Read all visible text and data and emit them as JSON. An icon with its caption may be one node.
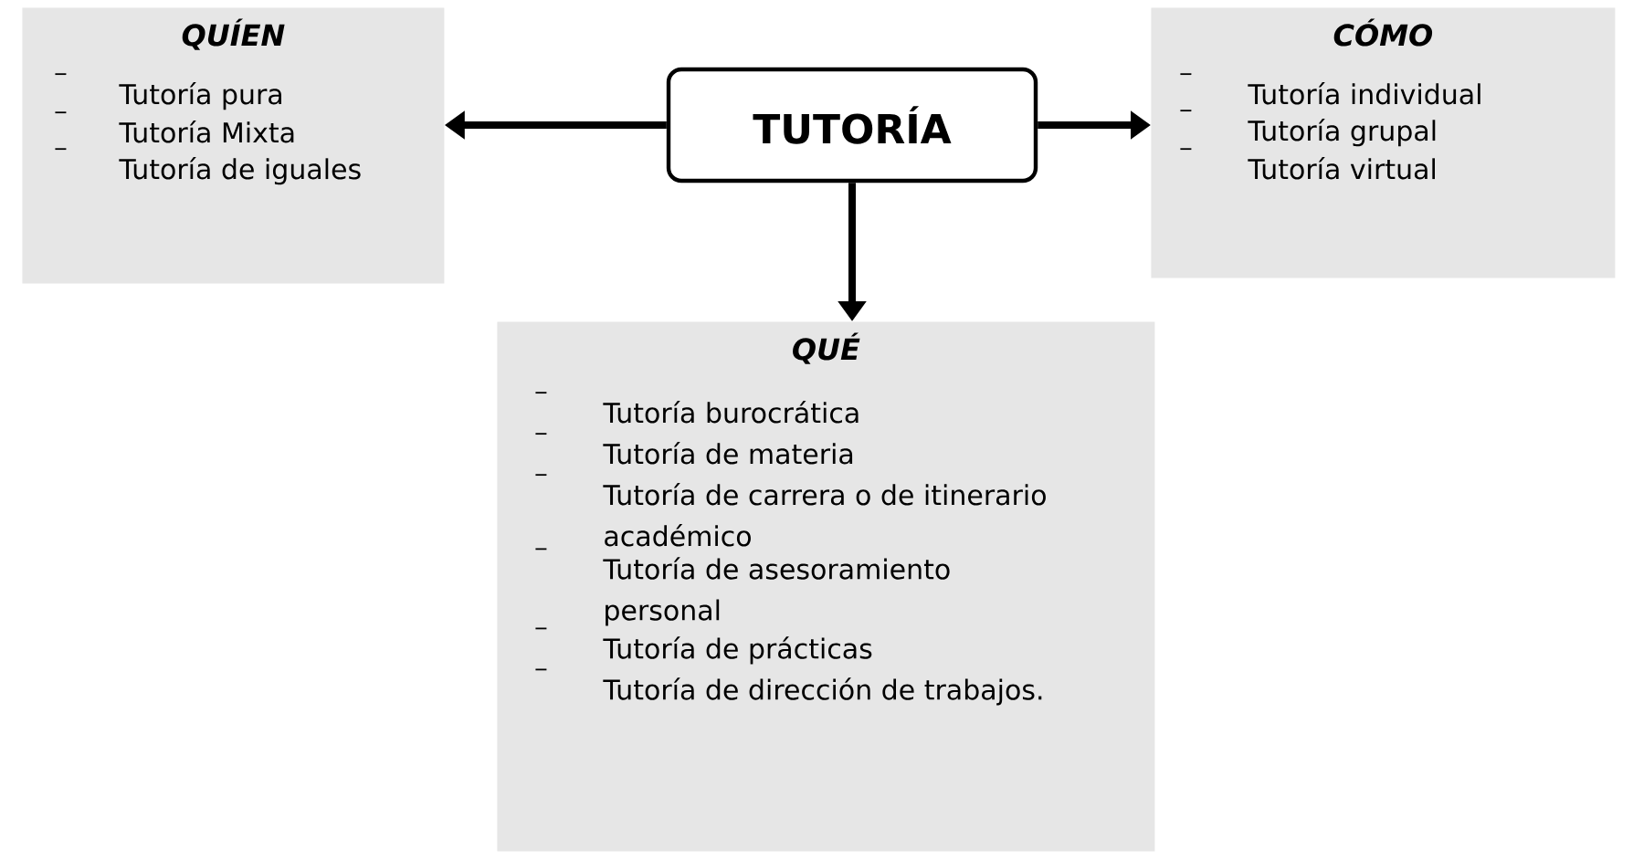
{
  "diagram": {
    "nodes": [
      {
        "text": [
          "TUTORÍA"
        ]
      },
      {
        "text": [
          "QUÍEN",
          "Tutoría pura",
          "Tutoría Mixta",
          "Tutoría de iguales"
        ]
      },
      {
        "text": [
          "CÓMO",
          "Tutoría individual",
          "Tutoría grupal",
          "Tutoría virtual"
        ]
      },
      {
        "text": [
          "QUÉ",
          "Tutoría burocrática",
          "Tutoría de materia",
          "Tutoría de carrera o de itinerario académico",
          "Tutoría de asesoramiento personal",
          "Tutoría de prácticas",
          "Tutoría de dirección de trabajos."
        ]
      }
    ],
    "edges": [
      {
        "from": 0,
        "to": 1,
        "arrow": "to"
      },
      {
        "from": 0,
        "to": 2,
        "arrow": "to"
      },
      {
        "from": 0,
        "to": 3,
        "arrow": "to"
      }
    ]
  }
}
